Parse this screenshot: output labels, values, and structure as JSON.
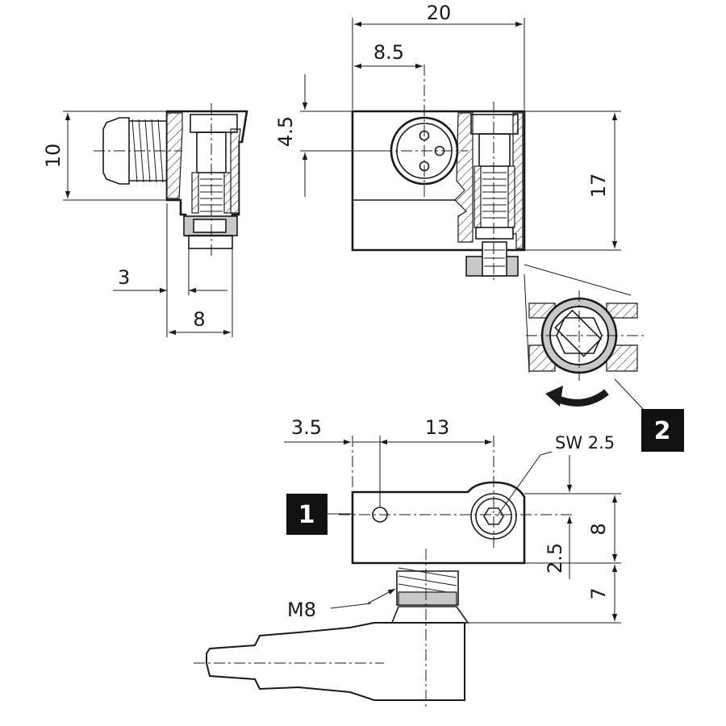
{
  "dimensions": {
    "width_total": "20",
    "offset_center": "8.5",
    "height_top": "4.5",
    "height_total": "17",
    "side_height": "10",
    "side_offset": "3",
    "side_width": "8",
    "bottom_left_offset": "3.5",
    "bottom_span": "13",
    "wrench_size": "SW 2.5",
    "bottom_height": "8",
    "bottom_offset": "2.5",
    "thread_length": "7",
    "thread_size": "M8"
  },
  "callouts": {
    "one": "1",
    "two": "2"
  }
}
